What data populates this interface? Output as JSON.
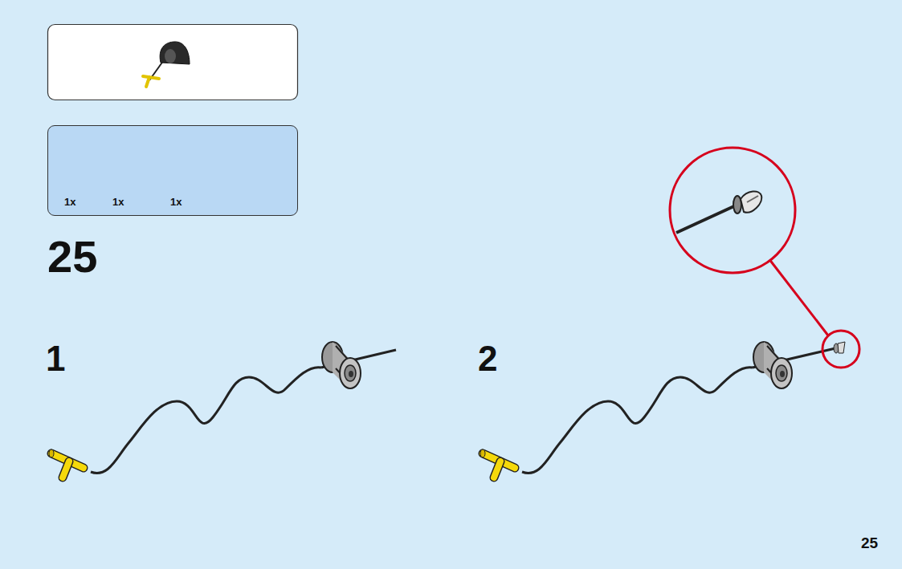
{
  "diagram": {
    "nodes": [
      {
        "text": [
          "1x",
          "1x",
          "1x"
        ]
      }
    ],
    "labels": [
      "25",
      "1",
      "2",
      "25"
    ]
  }
}
